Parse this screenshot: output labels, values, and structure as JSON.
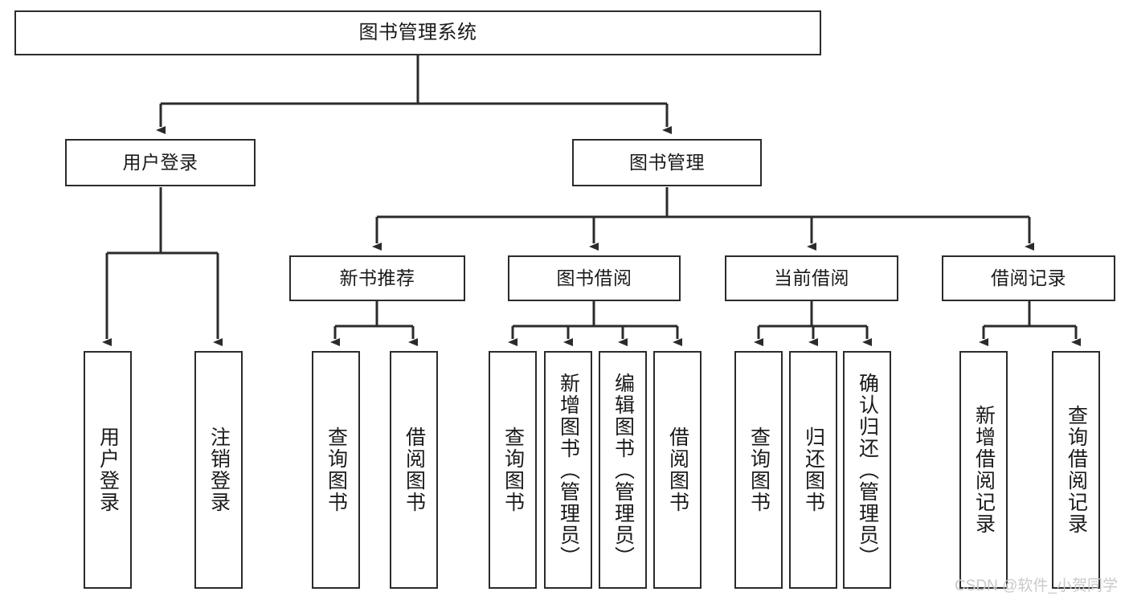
{
  "diagram": {
    "type": "tree",
    "title": "图书管理系统",
    "orientation": "top-down",
    "levels": 4,
    "colors": {
      "box_border": "#2b2b2b",
      "box_fill": "#ffffff",
      "edge": "#2b2b2b",
      "text": "#1a1a1a",
      "watermark": "#c9c9c9"
    },
    "nodes": {
      "root": {
        "label": "图书管理系统"
      },
      "level1": [
        {
          "label": "用户登录"
        },
        {
          "label": "图书管理"
        }
      ],
      "level2": [
        {
          "label": "新书推荐"
        },
        {
          "label": "图书借阅"
        },
        {
          "label": "当前借阅"
        },
        {
          "label": "借阅记录"
        }
      ],
      "leaves_user_login": [
        {
          "label": "用户登录"
        },
        {
          "label": "注销登录"
        }
      ],
      "leaves_new_book": [
        {
          "label": "查询图书"
        },
        {
          "label": "借阅图书"
        }
      ],
      "leaves_borrow": [
        {
          "label": "查询图书"
        },
        {
          "label": "新增图书（管理员）"
        },
        {
          "label": "编辑图书（管理员）"
        },
        {
          "label": "借阅图书"
        }
      ],
      "leaves_current": [
        {
          "label": "查询图书"
        },
        {
          "label": "归还图书"
        },
        {
          "label": "确认归还（管理员）"
        }
      ],
      "leaves_record": [
        {
          "label": "新增借阅记录"
        },
        {
          "label": "查询借阅记录"
        }
      ]
    },
    "watermark": "CSDN @软件_小贺同学"
  }
}
